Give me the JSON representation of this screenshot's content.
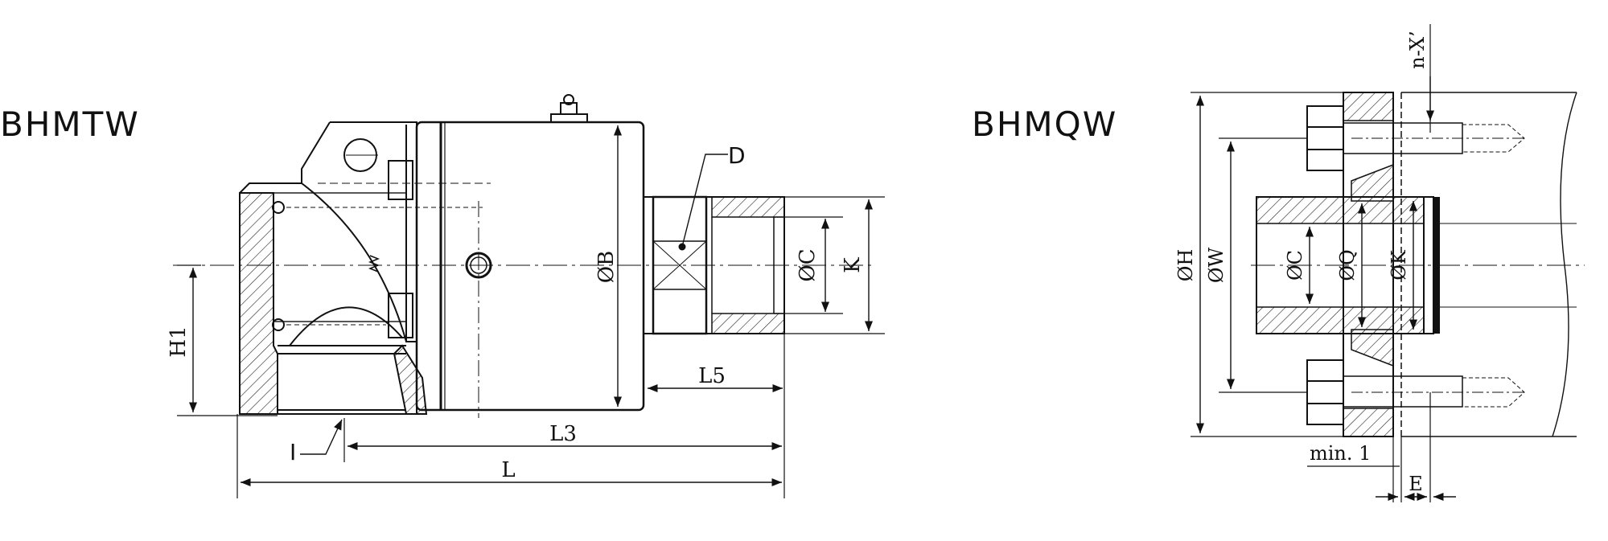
{
  "left_drawing": {
    "title": "BHMTW",
    "labels": {
      "D": "D",
      "B": "ØB",
      "C": "ØC",
      "K": "K",
      "H1": "H1",
      "L5": "L5",
      "L3": "L3",
      "L": "L",
      "I": "I"
    }
  },
  "right_drawing": {
    "title": "BHMQW",
    "labels": {
      "nX": "n-X’",
      "H": "ØH",
      "W": "ØW",
      "C": "ØC",
      "Q": "ØQ",
      "K": "ØK",
      "min": "min. 1",
      "E": "E"
    }
  }
}
